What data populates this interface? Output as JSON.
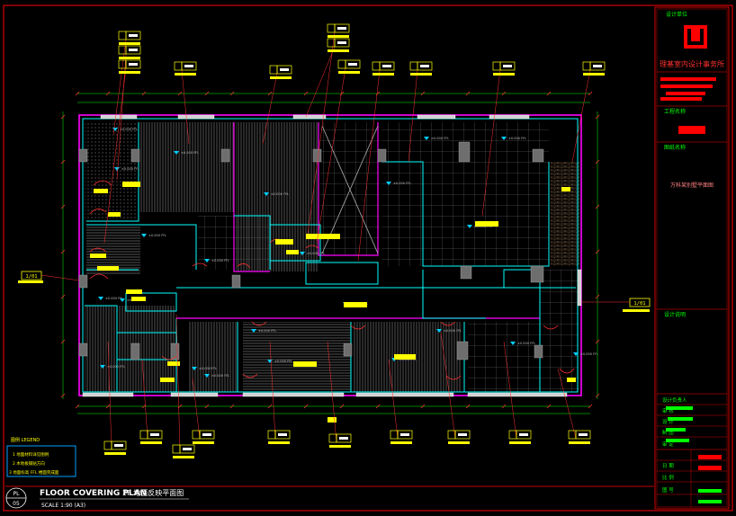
{
  "sheet": {
    "firm_name": "理基室内设计事务所",
    "project_label": "工程名称",
    "drawing_label": "图纸名称",
    "drawing_title": "万科某别墅平面图",
    "notes_label": "设计说明",
    "designer_label": "设计负责人",
    "check_label": "审 核",
    "design_label": "设 计",
    "draw_label": "制 图",
    "approve_label": "审 定",
    "date_label": "日 期",
    "scale_label": "比 例",
    "no_label": "图 号"
  },
  "plan": {
    "title": "FLOOR COVERING PLAN",
    "subtitle": "2F 地面反映平面图",
    "scale": "SCALE 1:90 (A3)",
    "sheet_prefix": "PL",
    "sheet_number": "05",
    "room_level": "±0.000 FFL"
  },
  "legend": {
    "title": "图例 LEGEND",
    "items": [
      "1  地面材料详见图例",
      "2  木地板铺贴方向",
      "3  地面标高 FFL 楼面完成面"
    ]
  },
  "tags": {
    "left": "1/01",
    "right": "1/01"
  },
  "colors": {
    "bg": "#000000",
    "frame": "#ff0000",
    "wall": "#00ffff",
    "boundary": "#ff00ff",
    "hatch": "#c0c0c0",
    "tag": "#ffff00",
    "leader": "#ff3030",
    "label": "#ffff00",
    "title_green": "#00ff00"
  }
}
